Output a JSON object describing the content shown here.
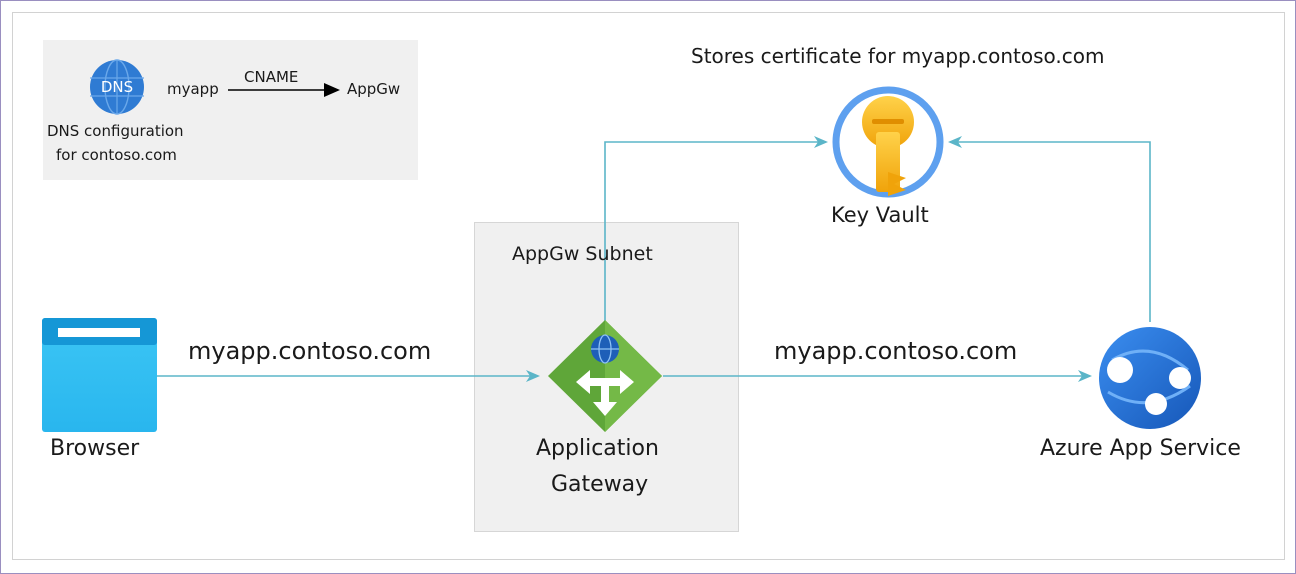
{
  "dns": {
    "icon_text": "DNS",
    "caption_line1": "DNS configuration",
    "caption_line2": "for contoso.com",
    "record_name": "myapp",
    "record_type": "CNAME",
    "record_target": "AppGw"
  },
  "key_vault": {
    "note": "Stores certificate for myapp.contoso.com",
    "label": "Key Vault"
  },
  "subnet": {
    "label": "AppGw Subnet"
  },
  "browser": {
    "label": "Browser"
  },
  "app_gateway": {
    "label_line1": "Application",
    "label_line2": "Gateway"
  },
  "app_service": {
    "label": "Azure App Service"
  },
  "edges": {
    "browser_to_gateway": "myapp.contoso.com",
    "gateway_to_app_service": "myapp.contoso.com"
  },
  "colors": {
    "connector": "#5bb5c8",
    "key_gold": "#f5b81c",
    "vault_ring": "#5ea0ef",
    "gateway_green": "#5fa639",
    "browser_blue": "#1aa7e8",
    "app_service_blue": "#1e73d9",
    "dns_blue": "#2f7bd3"
  }
}
